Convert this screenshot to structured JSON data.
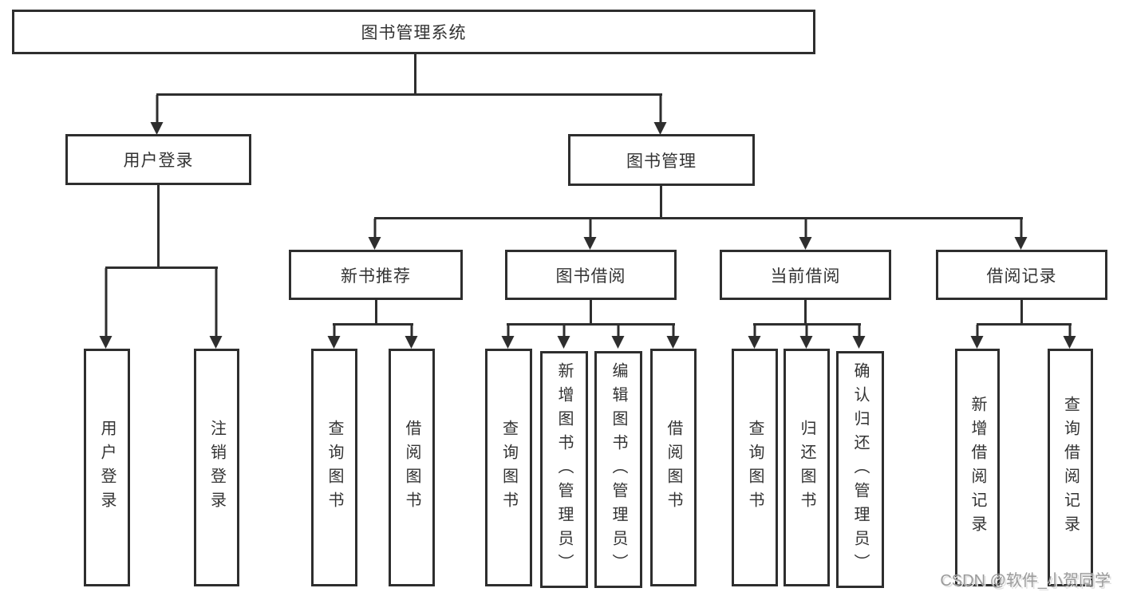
{
  "tree": {
    "root": "图书管理系统",
    "level2": [
      {
        "label": "用户登录",
        "children": [
          {
            "label": "用户登录"
          },
          {
            "label": "注销登录"
          }
        ]
      },
      {
        "label": "图书管理",
        "children": [
          {
            "label": "新书推荐",
            "children": [
              {
                "label": "查询图书"
              },
              {
                "label": "借阅图书"
              }
            ]
          },
          {
            "label": "图书借阅",
            "children": [
              {
                "label": "查询图书"
              },
              {
                "label": "新增图书（管理员）"
              },
              {
                "label": "编辑图书（管理员）"
              },
              {
                "label": "借阅图书"
              }
            ]
          },
          {
            "label": "当前借阅",
            "children": [
              {
                "label": "查询图书"
              },
              {
                "label": "归还图书"
              },
              {
                "label": "确认归还（管理员）"
              }
            ]
          },
          {
            "label": "借阅记录",
            "children": [
              {
                "label": "新增借阅记录"
              },
              {
                "label": "查询借阅记录"
              }
            ]
          }
        ]
      }
    ]
  },
  "watermark": "CSDN @软件_小贺同学",
  "colors": {
    "line": "#2e2e2e",
    "text": "#333333",
    "background": "#ffffff",
    "watermark": "#9b9b9b"
  }
}
